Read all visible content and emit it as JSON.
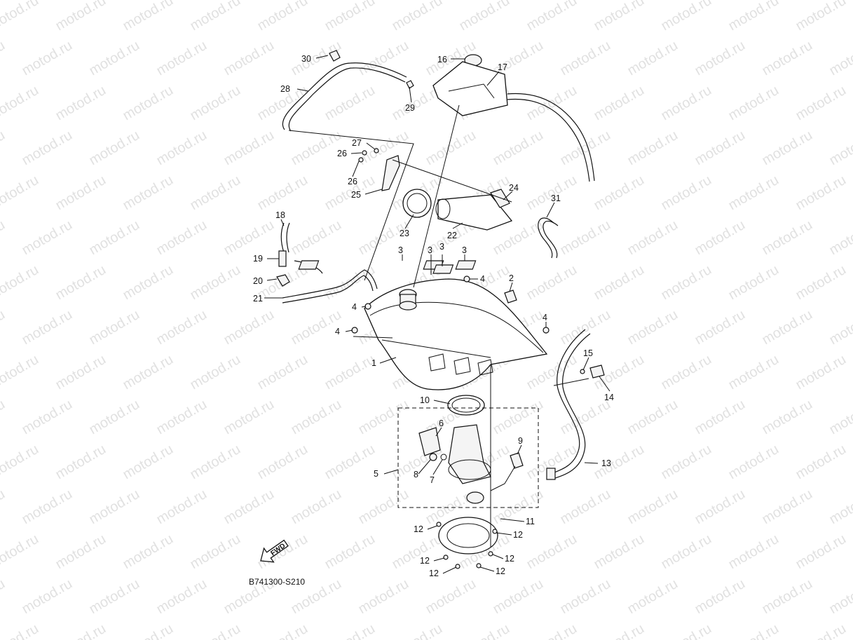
{
  "watermark": "motod.ru",
  "diagram_code": "B741300-S210",
  "fwd_label": "FWD",
  "callouts": {
    "p1": "1",
    "p2": "2",
    "p3a": "3",
    "p3b": "3",
    "p3c": "3",
    "p3d": "3",
    "p4a": "4",
    "p4b": "4",
    "p4c": "4",
    "p4d": "4",
    "p5": "5",
    "p6": "6",
    "p7": "7",
    "p8": "8",
    "p9": "9",
    "p10": "10",
    "p11": "11",
    "p12a": "12",
    "p12b": "12",
    "p12c": "12",
    "p12d": "12",
    "p12e": "12",
    "p12f": "12",
    "p13": "13",
    "p14": "14",
    "p15": "15",
    "p16": "16",
    "p17": "17",
    "p18": "18",
    "p19": "19",
    "p20": "20",
    "p21": "21",
    "p22": "22",
    "p23": "23",
    "p24": "24",
    "p25": "25",
    "p26a": "26",
    "p26b": "26",
    "p27": "27",
    "p28": "28",
    "p29": "29",
    "p30": "30",
    "p31": "31"
  }
}
